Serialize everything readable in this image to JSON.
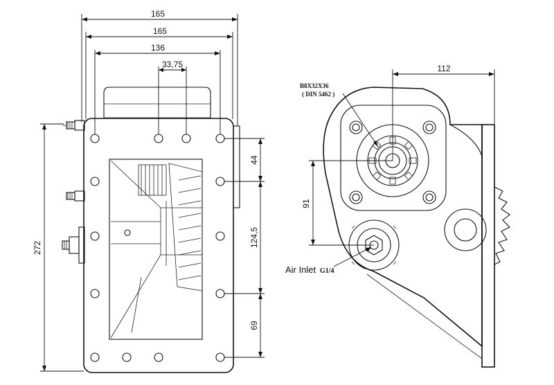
{
  "drawing": {
    "left_view": {
      "dim_top_outer": "165",
      "dim_top_inner": "165",
      "dim_bolt_span": "136",
      "dim_center_span": "33,75",
      "dim_height": "272",
      "dim_right_a": "44",
      "dim_right_b": "124,5",
      "dim_right_c": "69"
    },
    "right_view": {
      "dim_offset": "112",
      "dim_height": "91",
      "spline_spec_line1": "B8X32X36",
      "spline_spec_line2": "( DIN 5462 )",
      "air_inlet_label": "Air Inlet",
      "air_inlet_thread": "G1/4"
    }
  }
}
